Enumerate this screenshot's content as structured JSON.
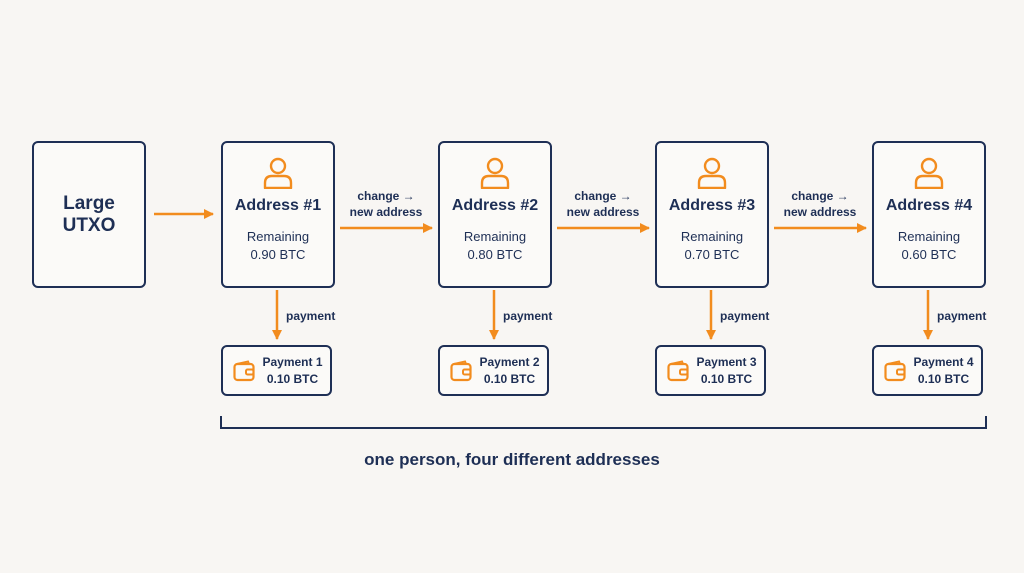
{
  "source": {
    "line1": "Large",
    "line2": "UTXO"
  },
  "addresses": [
    {
      "title": "Address #1",
      "remaining_label": "Remaining",
      "remaining_value": "0.90 BTC"
    },
    {
      "title": "Address #2",
      "remaining_label": "Remaining",
      "remaining_value": "0.80 BTC"
    },
    {
      "title": "Address #3",
      "remaining_label": "Remaining",
      "remaining_value": "0.70 BTC"
    },
    {
      "title": "Address #4",
      "remaining_label": "Remaining",
      "remaining_value": "0.60 BTC"
    }
  ],
  "payments": [
    {
      "label": "Payment 1",
      "amount": "0.10 BTC"
    },
    {
      "label": "Payment 2",
      "amount": "0.10 BTC"
    },
    {
      "label": "Payment 3",
      "amount": "0.10 BTC"
    },
    {
      "label": "Payment 4",
      "amount": "0.10 BTC"
    }
  ],
  "change_label": {
    "line1": "change →",
    "line2": "new address"
  },
  "payment_label": "payment",
  "caption": "one person, four different addresses",
  "colors": {
    "navy": "#1e2f55",
    "orange": "#f28c1e",
    "background": "#f8f6f3"
  },
  "icons": {
    "address": "person-icon",
    "payment": "wallet-icon"
  }
}
